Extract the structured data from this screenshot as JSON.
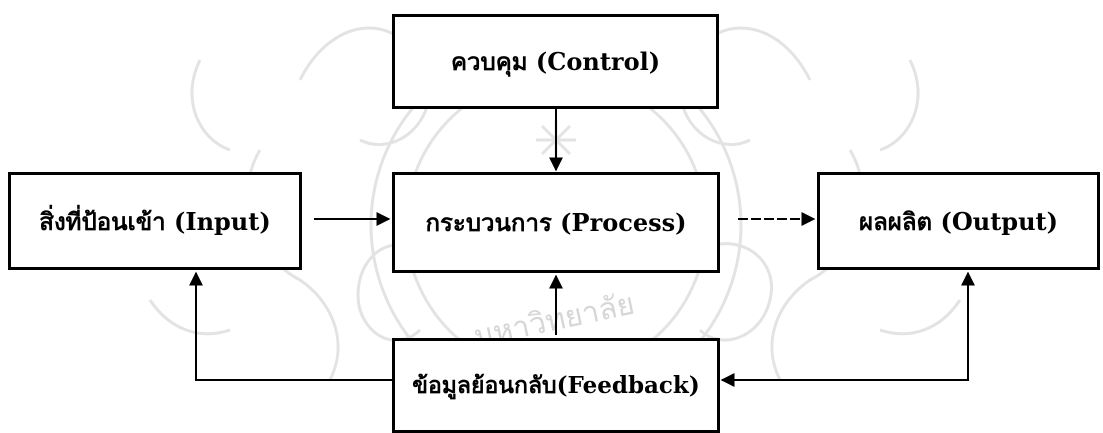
{
  "diagram": {
    "control": {
      "label": "ควบคุม (Control)"
    },
    "input": {
      "label": "สิ่งที่ป้อนเข้า (Input)"
    },
    "process": {
      "label": "กระบวนการ (Process)"
    },
    "output": {
      "label": "ผลผลิต (Output)"
    },
    "feedback": {
      "label": "ข้อมูลย้อนกลับ(Feedback)"
    },
    "watermark": {
      "text": "มหาวิทยาลัย"
    },
    "edges": [
      {
        "from": "control",
        "to": "process"
      },
      {
        "from": "input",
        "to": "process"
      },
      {
        "from": "process",
        "to": "output"
      },
      {
        "from": "feedback",
        "to": "process"
      },
      {
        "from": "feedback",
        "to": "input"
      },
      {
        "from": "feedback",
        "to": "output",
        "bidirectional": true
      }
    ]
  }
}
